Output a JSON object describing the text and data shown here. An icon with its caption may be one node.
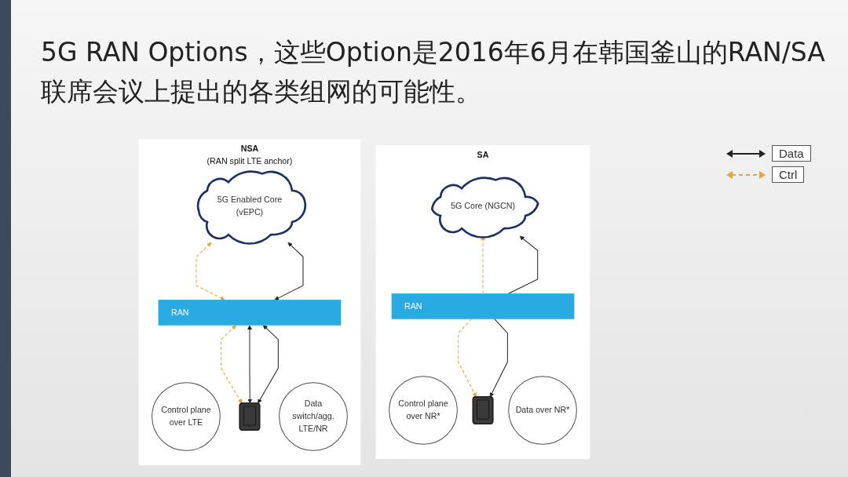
{
  "diagram": {
    "title": "5G RAN Options，这些Option是2016年6月在韩国釜山的RAN/SA联席会议上提出的各类组网的可能性。",
    "nodes": [
      {
        "text": [
          "NSA",
          "(RAN split LTE anchor)"
        ]
      },
      {
        "text": [
          "5G Enabled Core (vEPC)"
        ],
        "in": 0
      },
      {
        "text": [
          "RAN"
        ],
        "in": 0
      },
      {
        "text": [
          "Control plane over LTE"
        ],
        "in": 0
      },
      {
        "text": [],
        "shape": "picture",
        "in": 0
      },
      {
        "text": [
          "Data switch/agg. LTE/NR"
        ],
        "in": 0
      },
      {
        "text": [
          "SA"
        ]
      },
      {
        "text": [
          "5G Core (NGCN)"
        ],
        "in": 6
      },
      {
        "text": [
          "RAN"
        ],
        "in": 6
      },
      {
        "text": [
          "Control plane over NR*"
        ],
        "in": 6
      },
      {
        "text": [],
        "shape": "picture",
        "in": 6
      },
      {
        "text": [
          "Data over NR*"
        ],
        "in": 6
      }
    ],
    "edges": [
      {
        "from": 1,
        "to": 2,
        "arrow": "both",
        "style": "dashed",
        "color": "#e8a33c"
      },
      {
        "from": 1,
        "to": 2,
        "arrow": "both"
      },
      {
        "from": 2,
        "to": 4,
        "arrow": "both",
        "style": "dashed",
        "color": "#e8a33c"
      },
      {
        "from": 2,
        "to": 4,
        "arrow": "both"
      },
      {
        "from": 2,
        "to": 4,
        "arrow": "both"
      },
      {
        "from": 8,
        "to": 7,
        "arrow": "to",
        "style": "dashed",
        "color": "#e8a33c"
      },
      {
        "from": 8,
        "to": 7,
        "arrow": "to"
      },
      {
        "from": 8,
        "to": 10,
        "arrow": "to",
        "style": "dashed",
        "color": "#e8a33c"
      },
      {
        "from": 8,
        "to": 10,
        "arrow": "to"
      }
    ],
    "legend": [
      {
        "text": "Data"
      },
      {
        "text": "Ctrl"
      }
    ]
  }
}
